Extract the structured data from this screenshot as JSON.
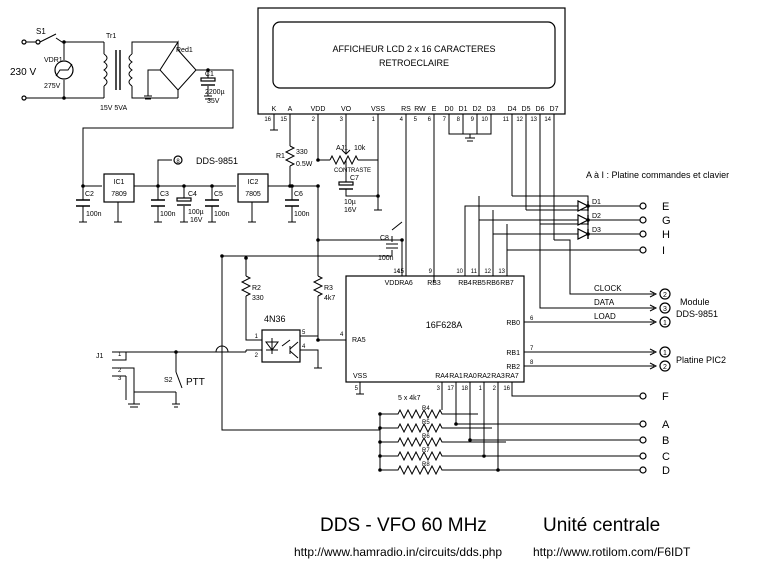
{
  "lcd": {
    "line1": "AFFICHEUR LCD 2 x 16 CARACTERES",
    "line2": "RETROECLAIRE",
    "pins": [
      {
        "name": "K",
        "num": "16"
      },
      {
        "name": "A",
        "num": "15"
      },
      {
        "name": "VDD",
        "num": "2"
      },
      {
        "name": "VO",
        "num": "3"
      },
      {
        "name": "VSS",
        "num": "1"
      },
      {
        "name": "RS",
        "num": "4"
      },
      {
        "name": "RW",
        "num": "5"
      },
      {
        "name": "E",
        "num": "6"
      },
      {
        "name": "D0",
        "num": "7"
      },
      {
        "name": "D1",
        "num": "8"
      },
      {
        "name": "D2",
        "num": "9"
      },
      {
        "name": "D3",
        "num": "10"
      },
      {
        "name": "D4",
        "num": "11"
      },
      {
        "name": "D5",
        "num": "12"
      },
      {
        "name": "D6",
        "num": "13"
      },
      {
        "name": "D7",
        "num": "14"
      }
    ]
  },
  "power": {
    "s1": "S1",
    "mains": "230 V",
    "vdr": "VDR1",
    "vdr_v": "275V",
    "tr": "Tr1",
    "tr_rating": "15V 5VA",
    "bridge": "Red1",
    "c1": "C1",
    "c1_val": "2200µ",
    "c1_v": "35V",
    "ic1": "IC1",
    "ic1_type": "7809",
    "ic2": "IC2",
    "ic2_type": "7805",
    "c2": "C2",
    "c2_val": "100n",
    "c3": "C3",
    "c3_val": "100n",
    "c4": "C4",
    "c4_val": "100µ",
    "c4_v": "16V",
    "c5": "C5",
    "c5_val": "100n",
    "c6": "C6",
    "c6_val": "100n",
    "dds_node": "8",
    "dds_label": "DDS-9851"
  },
  "backlight": {
    "r1": "R1",
    "r1_val": "330",
    "r1_w": "0.5W"
  },
  "contrast": {
    "aj1": "AJ1",
    "aj1_val": "10k",
    "label": "CONTRASTE",
    "c7": "C7",
    "c7_val": "10µ",
    "c7_v": "16V"
  },
  "mcu": {
    "name": "16F628A",
    "c8": "C8",
    "c8_val": "100n",
    "top_pins": [
      {
        "name": "VDD",
        "num": "14"
      },
      {
        "name": "RA6",
        "num": "15"
      },
      {
        "name": "RB3",
        "num": "9"
      },
      {
        "name": "RB4",
        "num": "10"
      },
      {
        "name": "RB5",
        "num": "11"
      },
      {
        "name": "RB6",
        "num": "12"
      },
      {
        "name": "RB7",
        "num": "13"
      }
    ],
    "bottom_pins": [
      {
        "name": "VSS",
        "num": "5"
      },
      {
        "name": "RA4",
        "num": "3"
      },
      {
        "name": "RA1",
        "num": "17"
      },
      {
        "name": "RA0",
        "num": "18"
      },
      {
        "name": "RA2",
        "num": "1"
      },
      {
        "name": "RA3",
        "num": "2"
      },
      {
        "name": "RA7",
        "num": "16"
      }
    ],
    "right_pins": [
      {
        "name": "RB0",
        "num": "6"
      },
      {
        "name": "RB1",
        "num": "7"
      },
      {
        "name": "RB2",
        "num": "8"
      }
    ],
    "left_pin": {
      "name": "RA5",
      "num": "4"
    }
  },
  "opto": {
    "name": "4N36",
    "r2": "R2",
    "r2_val": "330",
    "r3": "R3",
    "r3_val": "4k7",
    "pins": [
      "1",
      "2",
      "5",
      "4"
    ]
  },
  "ptt": {
    "j1": "J1",
    "s2": "S2",
    "label": "PTT",
    "pins": [
      "1",
      "2",
      "3"
    ]
  },
  "keyboard": {
    "note": "A à I : Platine commandes et clavier",
    "diodes": [
      "D1",
      "D2",
      "D3"
    ],
    "lines_top": [
      "E",
      "G",
      "H",
      "I"
    ],
    "lines_bottom": [
      "A",
      "B",
      "C",
      "D"
    ],
    "f": "F",
    "res_array": "5 x 4k7",
    "resistors": [
      "R4",
      "R5",
      "R6",
      "R7",
      "R8"
    ]
  },
  "module": {
    "signals": [
      {
        "name": "CLOCK",
        "num": "2"
      },
      {
        "name": "DATA",
        "num": "3"
      },
      {
        "name": "LOAD",
        "num": "1"
      }
    ],
    "label1": "Module",
    "label2": "DDS-9851"
  },
  "pic2": {
    "pins": [
      "1",
      "2"
    ],
    "label": "Platine PIC2"
  },
  "footer": {
    "title": "DDS - VFO  60 MHz",
    "subtitle": "Unité centrale",
    "url1": "http://www.hamradio.in/circuits/dds.php",
    "url2": "http://www.rotilom.com/F6IDT"
  }
}
